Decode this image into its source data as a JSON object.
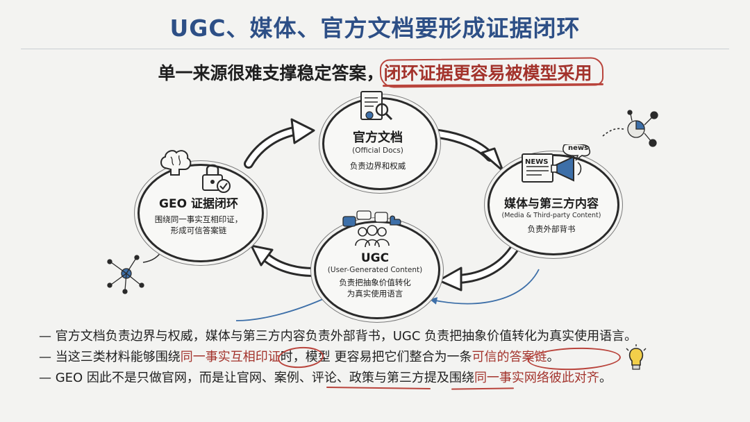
{
  "title": "UGC、媒体、官方文档要形成证据闭环",
  "subtitle": {
    "lead": "单一来源很难支撑稳定答案，",
    "highlight": "闭环证据更容易被模型采用"
  },
  "nodes": {
    "official": {
      "title": "官方文档",
      "en": "(Official Docs)",
      "desc": "负责边界和权威"
    },
    "media": {
      "title": "媒体与第三方内容",
      "en": "(Media & Third-party Content)",
      "desc": "负责外部背书"
    },
    "ugc": {
      "title": "UGC",
      "en": "(User-Generated Content)",
      "desc1": "负责把抽象价值转化",
      "desc2": "为真实使用语言"
    },
    "geo": {
      "title": "GEO 证据闭环",
      "desc1": "围绕同一事实互相印证，",
      "desc2": "形成可信答案链"
    }
  },
  "icon_labels": {
    "news": "NEWS",
    "news_bubble": "news"
  },
  "bullets": {
    "b1": "— 官方文档负责边界与权威，媒体与第三方内容负责外部背书，UGC 负责把抽象价值转化为真实使用语言。",
    "b2_a": "— 当这三类材料能够围绕",
    "b2_b": "同一事实互相印证",
    "b2_c": "时，模型 更容易把它们整合为一条",
    "b2_d": "可信的答案链",
    "b2_e": "。",
    "b3_a": "— GEO 因此不是只做官网，而是让官网、案例、评论、政策与第三方提及围绕",
    "b3_b": "同一事实网络彼此对齐",
    "b3_c": "。"
  },
  "colors": {
    "title": "#2d4f86",
    "accent_red": "#a3332c",
    "arrow_blue": "#3d6fa8",
    "background": "#f3f3f1"
  }
}
